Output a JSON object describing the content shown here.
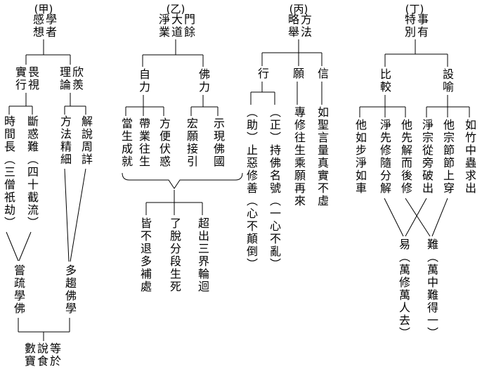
{
  "colors": {
    "background": "#ffffff",
    "ink": "#000000"
  },
  "sections": {
    "jia": {
      "label": "(甲)",
      "title": "學者感想",
      "practice": "畏視實行",
      "theory": "欣羨理論",
      "time_long": "時間長︵三僧祇劫︶",
      "cut_delusion": "斷惑難︵四十截流︶",
      "method_fine": "方法精細",
      "explain_detail": "解說周詳",
      "neglect_practice": "嘗疏學佛",
      "tend_study": "多趨佛學",
      "conclusion": "等於說食數寶"
    },
    "yi": {
      "label": "(乙)",
      "title": "門餘大道淨業",
      "self_power": "自力",
      "buddha_power": "佛力",
      "self_1": "當生成就",
      "self_2": "帶業往生",
      "self_3": "方便伏惑",
      "buddha_1": "宏願接引",
      "buddha_2": "示現佛國",
      "result_1": "皆不退多補處",
      "result_2": "了脫分段生死",
      "result_3": "超出三界輪迴"
    },
    "bing": {
      "label": "(丙)",
      "title": "方法略舉",
      "conduct": "行",
      "vow": "願",
      "faith": "信",
      "conduct_aux": "︵助︶止惡修善︵心不顛倒︶",
      "conduct_main": "︵正︶持佛名號︵一心不亂︶",
      "vow_detail": "專修往生乘願再來",
      "faith_detail": "如聖言量真實不虛"
    },
    "ding": {
      "label": "(丁)",
      "title": "事有特別",
      "compare": "比較",
      "metaphor": "設喻",
      "compare_1": "他如步淨如車",
      "compare_2": "淨先修隨分解",
      "compare_3": "他先解而後修",
      "metaphor_1": "淨宗從旁破出",
      "metaphor_2": "他宗節節上穿",
      "metaphor_3": "如竹中蟲求出",
      "easy": "易︵萬修萬人去︶",
      "hard": "難︵萬中難得一︶"
    }
  }
}
